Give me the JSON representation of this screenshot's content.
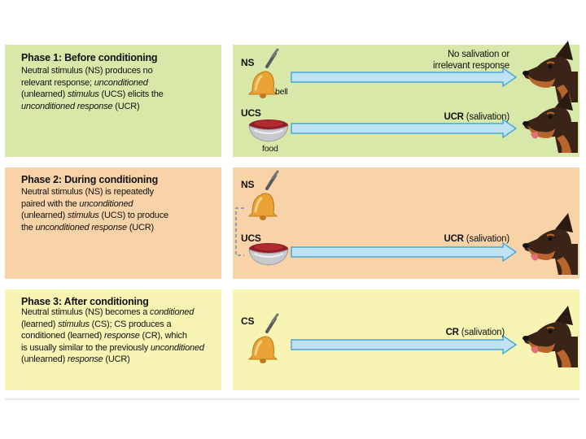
{
  "colors": {
    "phase1_bg": "#d8e8a8",
    "phase2_bg": "#f9d3a8",
    "phase3_bg": "#f7f4b4",
    "arrow_fill": "#bfe3f3",
    "arrow_stroke": "#4aa7d8",
    "bell": "#e9a233",
    "bowl": "#c7c9cc",
    "meat": "#8f1d25"
  },
  "phases": [
    {
      "title": "Phase 1: Before conditioning",
      "desc": [
        [
          {
            "t": "Neutral stimulus (NS) produces no"
          }
        ],
        [
          {
            "t": "relevant response; "
          },
          {
            "t": "unconditioned",
            "i": true
          }
        ],
        [
          {
            "t": "(unlearned) "
          },
          {
            "t": "stimulus",
            "i": true
          },
          {
            "t": " (UCS) elicits the"
          }
        ],
        [
          {
            "t": "unconditioned response",
            "i": true
          },
          {
            "t": " (UCR)"
          }
        ]
      ]
    },
    {
      "title": "Phase 2: During conditioning",
      "desc": [
        [
          {
            "t": "Neutral stimulus (NS) is repeatedly"
          }
        ],
        [
          {
            "t": "paired with the "
          },
          {
            "t": "unconditioned",
            "i": true
          }
        ],
        [
          {
            "t": "(unlearned) "
          },
          {
            "t": "stimulus",
            "i": true
          },
          {
            "t": " (UCS) to produce"
          }
        ],
        [
          {
            "t": "the "
          },
          {
            "t": "unconditioned response",
            "i": true
          },
          {
            "t": " (UCR)"
          }
        ]
      ]
    },
    {
      "title": "Phase 3: After conditioning",
      "desc": [
        [
          {
            "t": "Neutral stimulus (NS) becomes a "
          },
          {
            "t": "conditioned",
            "i": true
          }
        ],
        [
          {
            "t": "(learned) "
          },
          {
            "t": "stimulus",
            "i": true
          },
          {
            "t": " (CS); CS produces a"
          }
        ],
        [
          {
            "t": "conditioned (learned) "
          },
          {
            "t": "response",
            "i": true
          },
          {
            "t": " (CR), which"
          }
        ],
        [
          {
            "t": "is usually similar to the previously "
          },
          {
            "t": "unconditioned",
            "i": true
          }
        ],
        [
          {
            "t": "(unlearned) "
          },
          {
            "t": "response",
            "i": true
          },
          {
            "t": " (UCR)"
          }
        ]
      ]
    }
  ],
  "labels": {
    "ns": "NS",
    "ucs": "UCS",
    "cs": "CS",
    "bell": "bell",
    "food": "food",
    "p1_resp1_line1": "No salivation or",
    "p1_resp1_line2": "irrelevant response",
    "ucr_strong": "UCR",
    "ucr_rest": " (salivation)",
    "cr_strong": "CR",
    "cr_rest": " (salivation)"
  }
}
